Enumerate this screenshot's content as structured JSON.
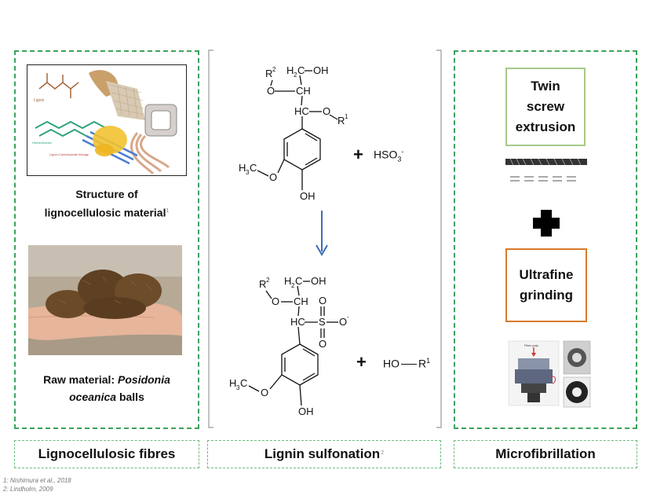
{
  "panels": {
    "left": {
      "caption": "Lignocellulosic fibres",
      "structure_label_line1": "Structure of",
      "structure_label_line2": "lignocellulosic material",
      "structure_ref": "1",
      "raw_label_prefix": "Raw material: ",
      "raw_label_italic": "Posidonia",
      "raw_label_line2_italic": "oceanica",
      "raw_label_line2_suffix": " balls",
      "illustration_labels": {
        "lignin": "Lignin",
        "hemicellulose": "Hemicellulose",
        "lcc": "Lignin-Carbohydrate linkage"
      }
    },
    "middle": {
      "caption": "Lignin sulfonation",
      "caption_ref": "2",
      "reaction": {
        "reagent_plus": "+",
        "reagent": "HSO",
        "reagent_sub": "3",
        "reagent_sup": "-",
        "product_plus": "+",
        "byproduct": "HO",
        "byproduct_r": "R",
        "byproduct_r_sup": "1"
      }
    },
    "right": {
      "caption": "Microfibrillation",
      "twin_screw_line1": "Twin",
      "twin_screw_line2": "screw",
      "twin_screw_line3": "extrusion",
      "ultrafine_line1": "Ultrafine",
      "ultrafine_line2": "grinding",
      "grinder_label": "Fiber pulp"
    }
  },
  "references": {
    "ref1": "1: Nishimura et al., 2018",
    "ref2": "2: Lindholm, 2009"
  },
  "colors": {
    "dashed_border": "#3aa35a",
    "arrow": "#3c6eb4",
    "twin_screw_border": "#a6c98a",
    "ultrafine_border": "#d97a2b"
  }
}
